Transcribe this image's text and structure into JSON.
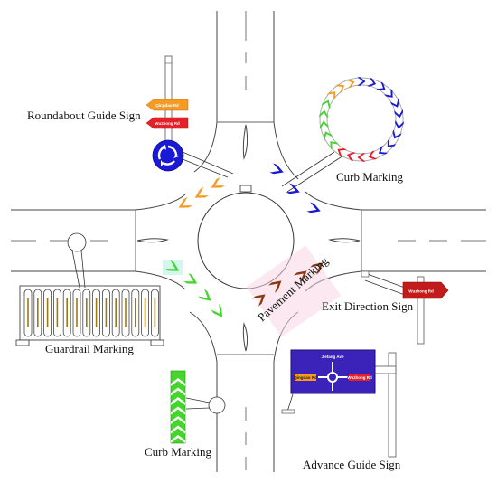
{
  "labels": {
    "roundabout_guide_sign": "Roundabout Guide Sign",
    "curb_marking_top": "Curb Marking",
    "pavement_marking": "Pavement Marking",
    "exit_direction_sign": "Exit Direction Sign",
    "guardrail_marking": "Guardrail Marking",
    "curb_marking_bottom": "Curb Marking",
    "advance_guide_sign": "Advance Guide Sign"
  },
  "signs": {
    "top_arrow": "Qingdao Rd",
    "bottom_arrow": "Wuzhong Rd",
    "exit_sign": "Wuzhong Rd",
    "advance_top": "Jiefang Ave",
    "advance_left": "Qingdao Rd",
    "advance_right": "Wuzhong Rd"
  },
  "colors": {
    "orange": "#f59a23",
    "blue": "#1a1ad6",
    "green": "#44d62c",
    "red": "#e5202a",
    "brown": "#8b3a0f",
    "sign_blue": "#2b2bd6",
    "sign_purple": "#3b22b8"
  }
}
